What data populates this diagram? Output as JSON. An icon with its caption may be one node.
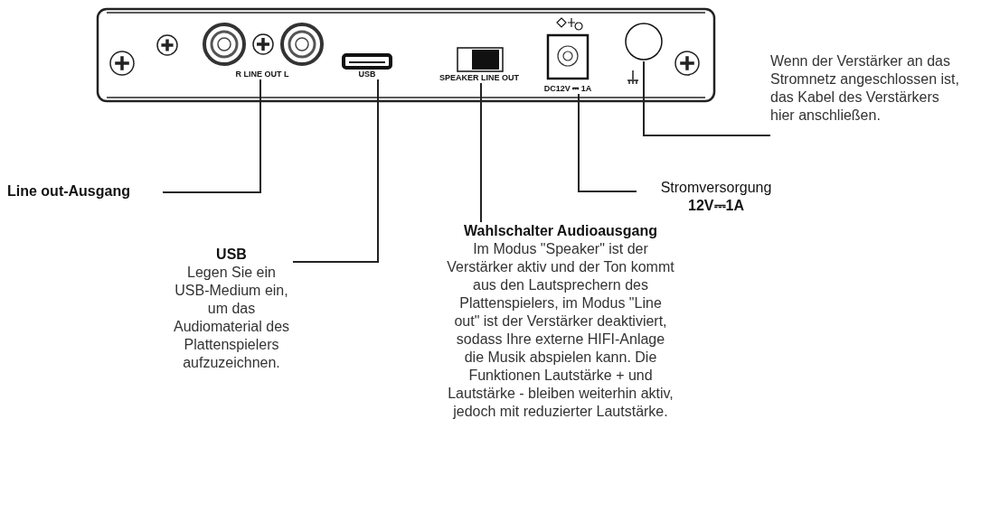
{
  "diagram": {
    "nodes": [
      {
        "text": [
          "R LINE OUT L"
        ]
      },
      {
        "text": [
          "USB"
        ]
      },
      {
        "text": [
          "SPEAKER LINE OUT"
        ]
      },
      {
        "text": [
          "DC12V ⎓ 1A"
        ]
      },
      {
        "text": [],
        "shape": "circle"
      },
      {
        "text": [
          "Line out-Ausgang"
        ]
      },
      {
        "text": [
          "USB",
          "Legen Sie ein USB-Medium ein, um das Audiomaterial des Plattenspielers aufzuzeichnen."
        ]
      },
      {
        "text": [
          "Wahlschalter Audioausgang",
          "Im Modus \"Speaker\" ist der Verstärker aktiv und der Ton kommt aus den Lautsprechern des Plattenspielers, im Modus \"Line out\" ist der Verstärker deaktiviert, sodass Ihre externe HIFI-Anlage die Musik abspielen kann. Die Funktionen Lautstärke + und Lautstärke - bleiben weiterhin aktiv, jedoch mit reduzierter Lautstärke."
        ]
      },
      {
        "text": [
          "Stromversorgung",
          "12V⎓1A"
        ]
      },
      {
        "text": [
          "Wenn der Verstärker an das Stromnetz angeschlossen ist, das Kabel des Verstärkers hier anschließen."
        ]
      }
    ],
    "edges": [
      {
        "from": 5,
        "to": 0,
        "arrow": "none"
      },
      {
        "from": 6,
        "to": 1,
        "arrow": "none"
      },
      {
        "from": 7,
        "to": 2,
        "arrow": "none"
      },
      {
        "from": 8,
        "to": 3,
        "arrow": "none"
      },
      {
        "from": 9,
        "to": 4,
        "arrow": "none"
      }
    ]
  }
}
